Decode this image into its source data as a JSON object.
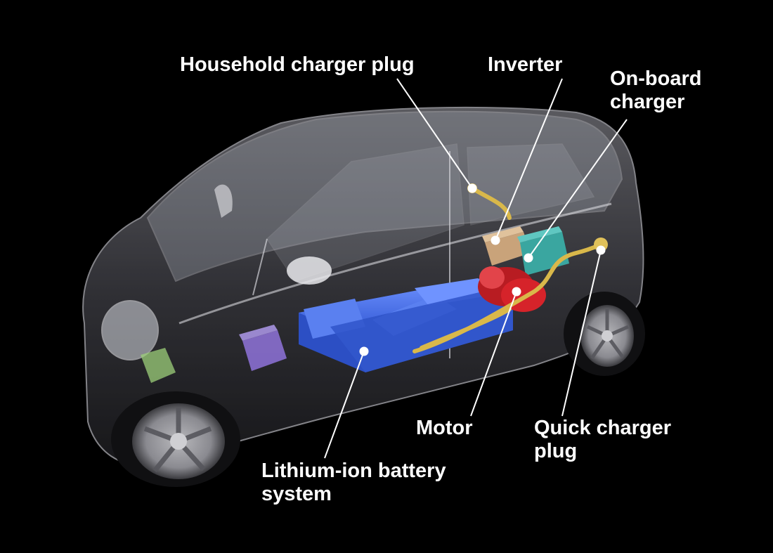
{
  "labels": {
    "household_plug": "Household charger plug",
    "inverter": "Inverter",
    "onboard_line1": "On-board",
    "onboard_line2": "charger",
    "motor": "Motor",
    "quick_line1": "Quick charger",
    "quick_line2": "plug",
    "battery_line1": "Lithium-ion battery",
    "battery_line2": "system"
  },
  "icons": {
    "car": "transparent-car-body",
    "battery": "battery-pack",
    "motor": "electric-motor",
    "inverter": "inverter-box",
    "onboard": "onboard-charger-box",
    "cable": "charging-cable",
    "pointer": "callout-dot"
  },
  "colors": {
    "background": "#000000",
    "label": "#ffffff",
    "leader": "#ffffff",
    "battery": "#3a63dd",
    "motor": "#d6232a",
    "inverter": "#c9a37a",
    "onboard": "#3aa6a0",
    "cable": "#d9b84a",
    "component_left": "#8a6fd0",
    "component_front": "#9ccf7a"
  }
}
